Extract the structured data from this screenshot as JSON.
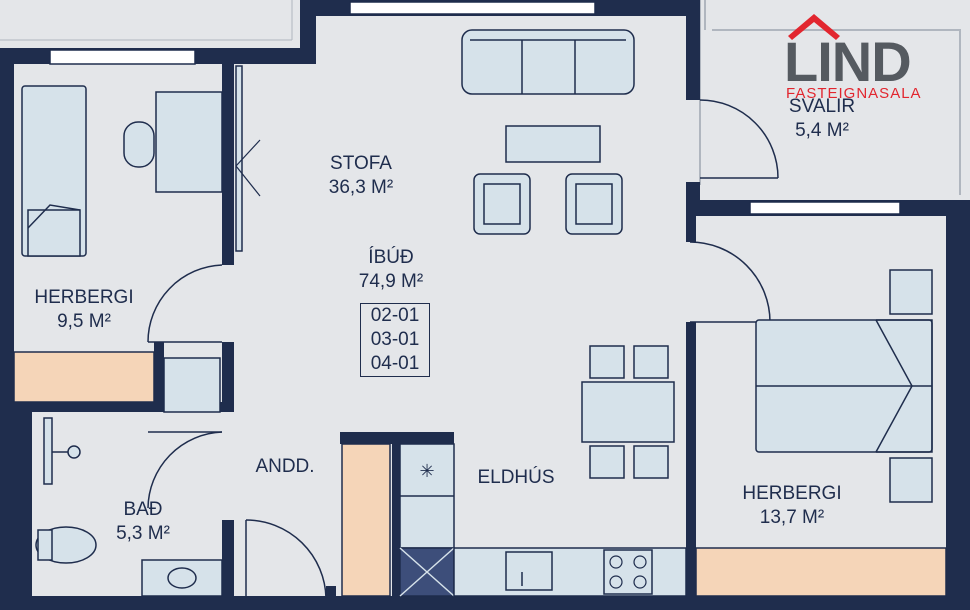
{
  "logo": {
    "name": "LIND",
    "subtitle": "FASTEIGNASALA",
    "brand_color": "#e2262f",
    "text_color": "#555a60"
  },
  "apartment": {
    "label": "ÍBÚÐ",
    "area": "74,9 M²",
    "units": [
      "02-01",
      "03-01",
      "04-01"
    ]
  },
  "rooms": {
    "stofa": {
      "name": "STOFA",
      "area": "36,3 M²"
    },
    "svalir": {
      "name": "SVALIR",
      "area": "5,4 M²"
    },
    "herbergi_left": {
      "name": "HERBERGI",
      "area": "9,5 M²"
    },
    "herbergi_right": {
      "name": "HERBERGI",
      "area": "13,7 M²"
    },
    "andd": {
      "name": "ANDD."
    },
    "bad": {
      "name": "BAÐ",
      "area": "5,3 M²"
    },
    "eldhus": {
      "name": "ELDHÚS"
    }
  },
  "colors": {
    "wall": "#1f2d4d",
    "floor": "#e4e6e9",
    "furniture": "#d6e2ea",
    "wardrobe": "#f5d5b8",
    "text": "#1f2d4d"
  }
}
